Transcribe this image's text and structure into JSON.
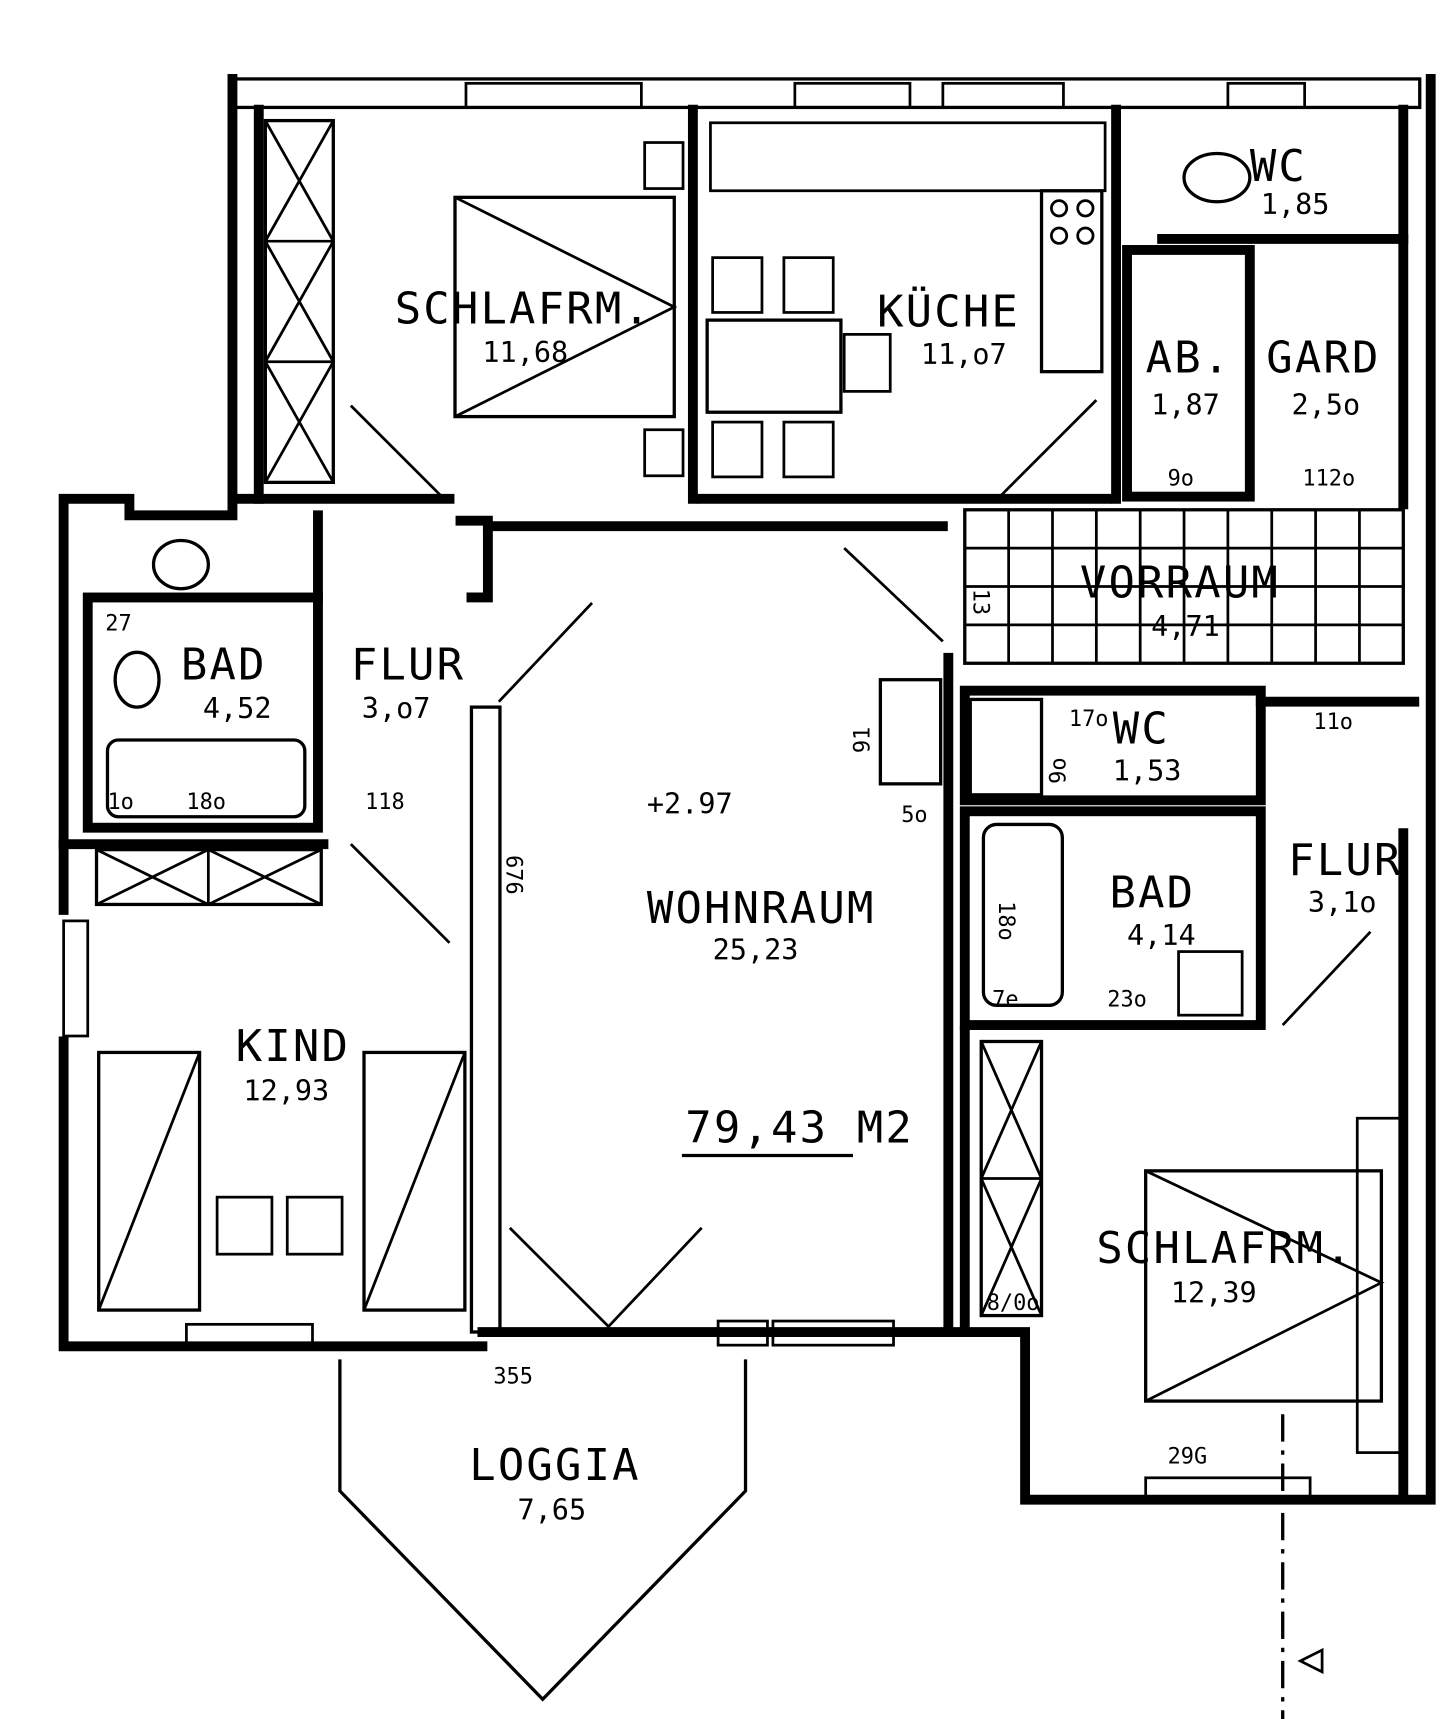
{
  "plan": {
    "total_area": "79,43 M2",
    "level": "+2.97",
    "rooms": {
      "schlafrm1": {
        "name": "SCHLAFRM.",
        "area": "11,68"
      },
      "kueche": {
        "name": "KÜCHE",
        "area": "11,o7"
      },
      "wc1": {
        "name": "WC",
        "area": "1,85"
      },
      "ab": {
        "name": "AB.",
        "area": "1,87"
      },
      "gard": {
        "name": "GARD",
        "area": "2,5o"
      },
      "vorraum": {
        "name": "VORRAUM",
        "area": "4,71"
      },
      "bad1": {
        "name": "BAD",
        "area": "4,52"
      },
      "flur1": {
        "name": "FLUR",
        "area": "3,o7"
      },
      "wohnraum": {
        "name": "WOHNRAUM",
        "area": "25,23"
      },
      "wc2": {
        "name": "WC",
        "area": "1,53"
      },
      "bad2": {
        "name": "BAD",
        "area": "4,14"
      },
      "flur2": {
        "name": "FLUR",
        "area": "3,1o"
      },
      "kind": {
        "name": "KIND",
        "area": "12,93"
      },
      "schlafrm2": {
        "name": "SCHLAFRM.",
        "area": "12,39"
      },
      "loggia": {
        "name": "LOGGIA",
        "area": "7,65"
      }
    },
    "dimensions": {
      "d27": "27",
      "d1o": "1o",
      "d18o": "18o",
      "d118": "118",
      "d676": "676",
      "d5o": "5o",
      "d91": "91",
      "d355": "355",
      "d29g": "29G",
      "d9o": "9o",
      "d112o": "112o",
      "d17o": "17o",
      "d11o": "11o",
      "d9o_wc": "9o",
      "d18o_b": "18o",
      "d7e": "7e",
      "d23o": "23o",
      "d8o": "8/0o",
      "d13": "13"
    }
  }
}
